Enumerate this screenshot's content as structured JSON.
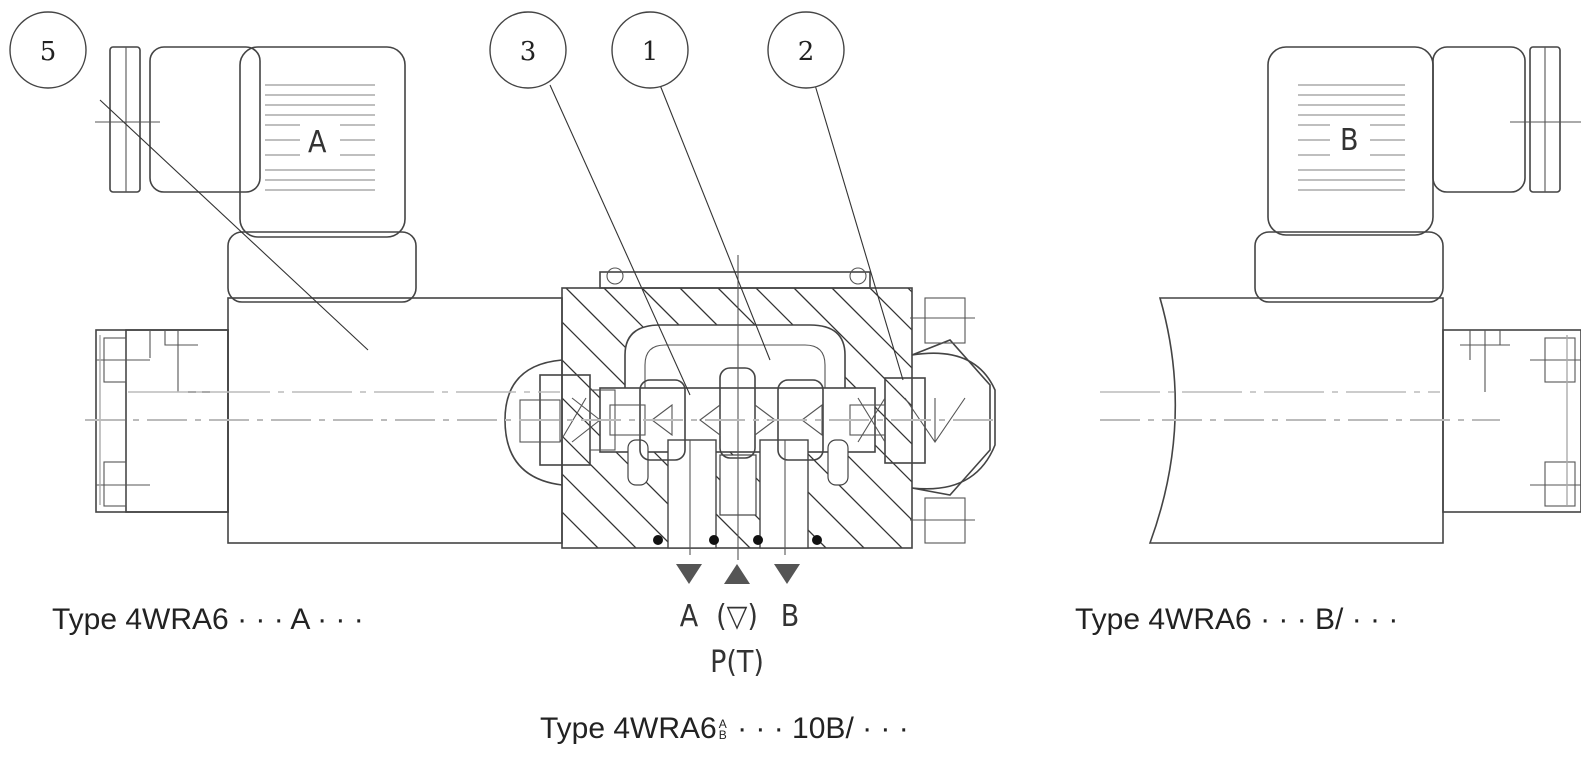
{
  "callouts": [
    "5",
    "3",
    "1",
    "2"
  ],
  "solenoid_labels": {
    "left": "A",
    "right": "B"
  },
  "ports": {
    "a": "A",
    "tank_symbol": "(▽)",
    "b": "B",
    "p": "P(T)"
  },
  "captions": {
    "left": {
      "prefix": "Type 4WRA6 · · · A · · ·"
    },
    "right": {
      "prefix": "Type 4WRA6 · · · B/ · · ·"
    },
    "bottom": {
      "prefix": "Type 4WRA6",
      "sup": "A",
      "sub": "B",
      "suffix": " · · · 10B/ · · ·"
    }
  },
  "colors": {
    "line": "#444444",
    "centerline": "#bbbbbb",
    "arrow": "#555555"
  }
}
